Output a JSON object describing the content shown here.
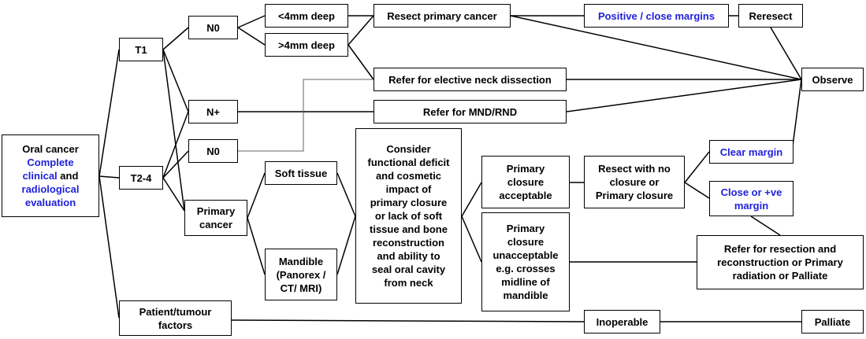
{
  "colors": {
    "edge": "#000000",
    "highlight_text": "#1f1fdc",
    "text": "#000000"
  },
  "nodes": {
    "oral_cancer": {
      "line1": "Oral cancer",
      "line2": "Complete",
      "line3a": "clinical",
      "line3b": "and",
      "line4": "radiological",
      "line5": "evaluation"
    },
    "t1": "T1",
    "t2_4": "T2-4",
    "patient_tumour": {
      "line1": "Patient/tumour",
      "line2": "factors"
    },
    "n0_top": "N0",
    "n_plus": "N+",
    "n0_mid": "N0",
    "primary_cancer": {
      "line1": "Primary",
      "line2": "cancer"
    },
    "lt4mm": "<4mm deep",
    "gt4mm": ">4mm deep",
    "resect_primary": "Resect primary cancer",
    "refer_elective": "Refer for elective  neck dissection",
    "refer_mnd": "Refer for MND/RND",
    "positive_margins": "Positive / close margins",
    "reresect": "Reresect",
    "observe": "Observe",
    "soft_tissue": "Soft tissue",
    "mandible": {
      "line1": "Mandible",
      "line2": "(Panorex /",
      "line3": "CT/ MRI)"
    },
    "consider": {
      "line1": "Consider",
      "line2": "functional deficit",
      "line3": "and cosmetic",
      "line4": "impact of",
      "line5": "primary closure",
      "line6": "or lack of soft",
      "line7": "tissue and bone",
      "line8": "reconstruction",
      "line9": "and ability to",
      "line10": "seal oral cavity",
      "line11": "from neck"
    },
    "closure_ok": {
      "line1": "Primary",
      "line2": "closure",
      "line3": "acceptable"
    },
    "closure_bad": {
      "line1": "Primary",
      "line2": "closure",
      "line3": "unacceptable",
      "line4": "e.g. crosses",
      "line5": "midline of",
      "line6": "mandible"
    },
    "resect_no_closure": {
      "line1": "Resect with no",
      "line2": "closure or",
      "line3": "Primary closure"
    },
    "clear_margin": "Clear margin",
    "close_margin": {
      "line1": "Close or +ve",
      "line2": "margin"
    },
    "refer_resection": {
      "line1": "Refer for resection and",
      "line2": "reconstruction or Primary",
      "line3": "radiation or Palliate"
    },
    "inoperable": "Inoperable",
    "palliate": "Palliate"
  }
}
